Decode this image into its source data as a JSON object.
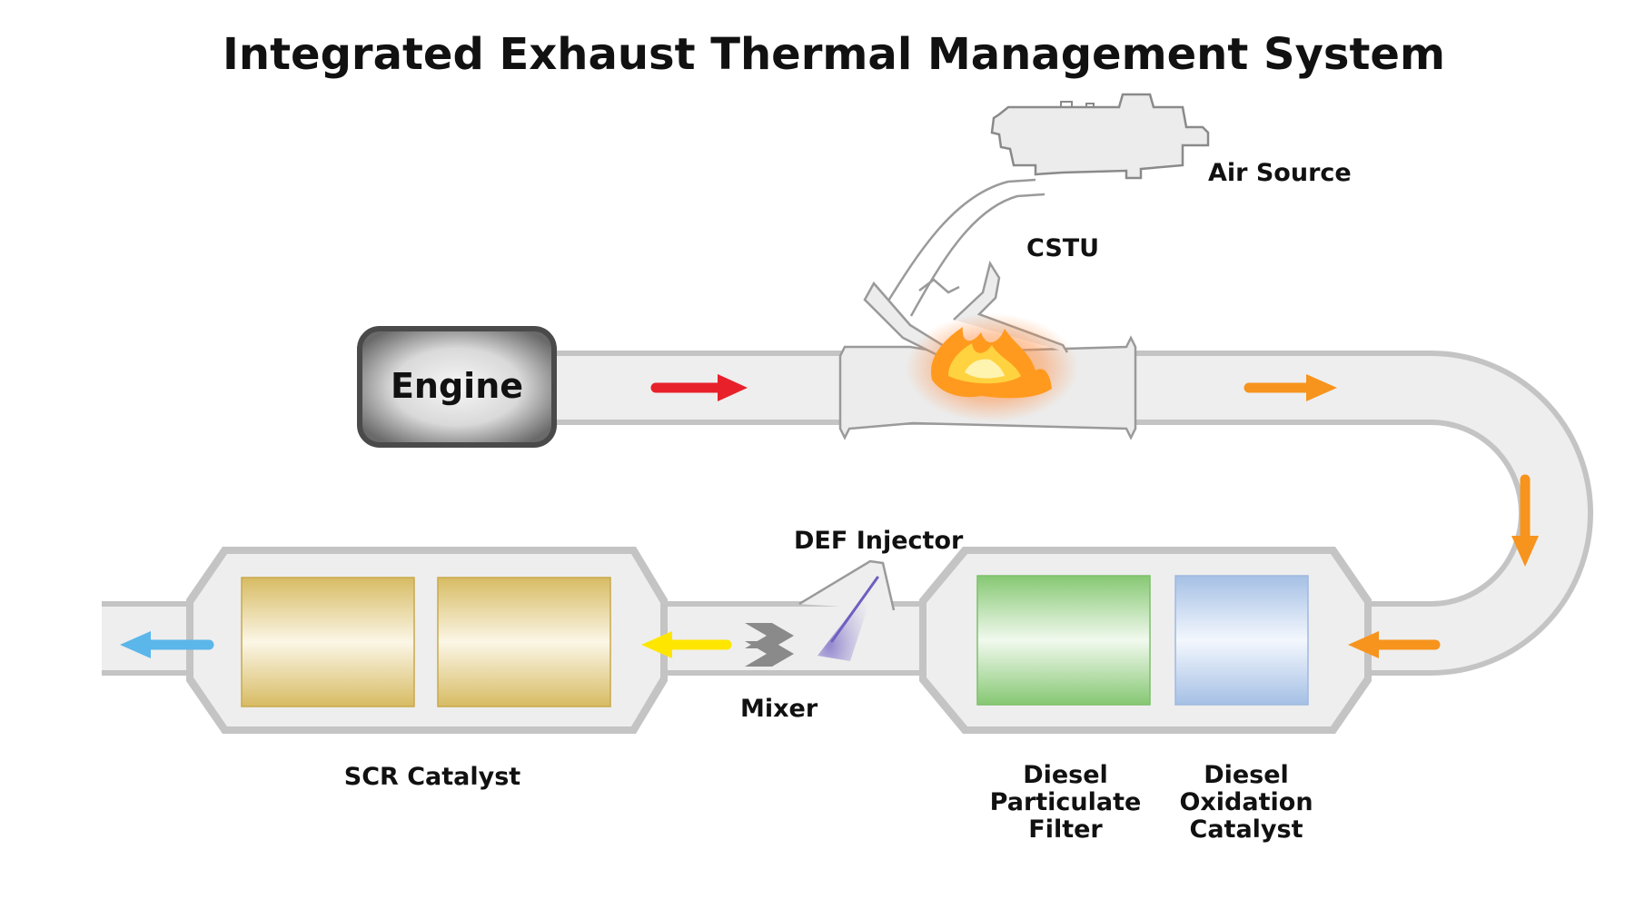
{
  "title": "Integrated Exhaust Thermal Management System",
  "labels": {
    "engine": "Engine",
    "air_source": "Air Source",
    "cstu": "CSTU",
    "def_injector": "DEF Injector",
    "mixer": "Mixer",
    "scr_catalyst": "SCR Catalyst",
    "dpf": [
      "Diesel",
      "Particulate",
      "Filter"
    ],
    "doc": [
      "Diesel",
      "Oxidation",
      "Catalyst"
    ]
  },
  "colors": {
    "flow_engine_out": "#e8202a",
    "flow_heated": "#f7941d",
    "flow_after_mixer": "#ffe600",
    "flow_tailpipe": "#5bb6ea",
    "dpf": "#8fcc7e",
    "doc": "#a9c3e6",
    "scr": "#d8bf6e"
  }
}
